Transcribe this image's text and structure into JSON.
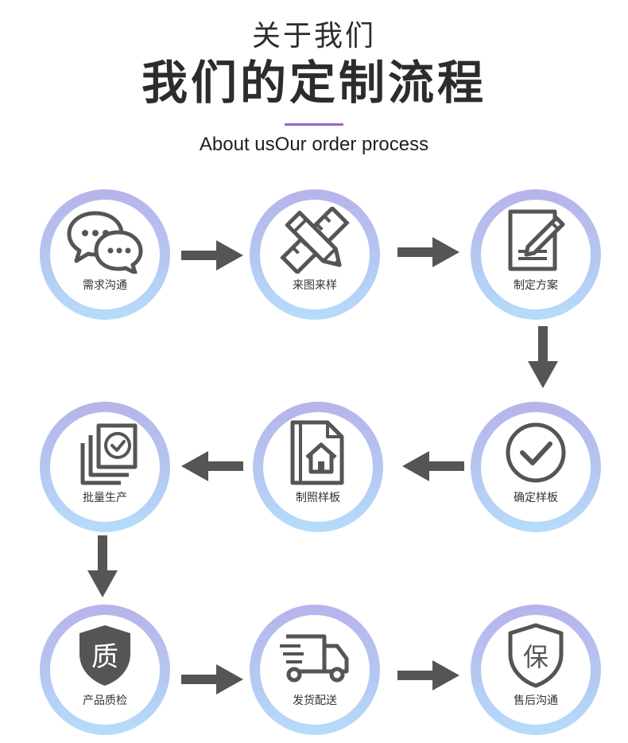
{
  "header": {
    "subtitle": "关于我们",
    "title": "我们的定制流程",
    "english": "About usOur order process"
  },
  "steps": [
    {
      "label": "需求沟通",
      "icon": "chat-bubbles-icon"
    },
    {
      "label": "来图来样",
      "icon": "pencil-ruler-icon"
    },
    {
      "label": "制定方案",
      "icon": "document-pen-icon"
    },
    {
      "label": "确定样板",
      "icon": "check-circle-icon"
    },
    {
      "label": "制照样板",
      "icon": "house-document-icon"
    },
    {
      "label": "批量生产",
      "icon": "stacked-docs-check-icon"
    },
    {
      "label": "产品质检",
      "icon": "quality-shield-icon",
      "icon_text": "质"
    },
    {
      "label": "发货配送",
      "icon": "delivery-truck-icon"
    },
    {
      "label": "售后沟通",
      "icon": "guarantee-shield-icon",
      "icon_text": "保"
    }
  ],
  "colors": {
    "title": "#2c2c2c",
    "divider": "#9b63c8",
    "arrow": "#555555",
    "icon": "#555555",
    "ring_top": "#b7b3ea",
    "ring_bottom": "#b6dcfb"
  }
}
